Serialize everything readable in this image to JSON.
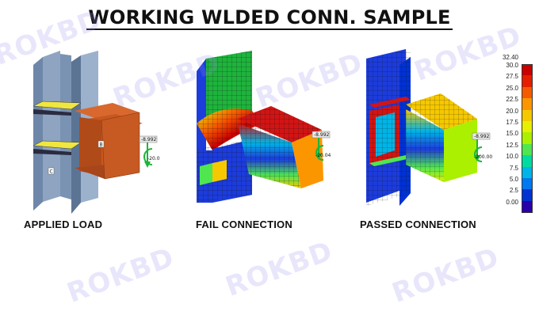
{
  "title": "WORKING WLDED CONN. SAMPLE",
  "figures": {
    "applied": {
      "caption": "APPLIED LOAD",
      "tag_b": "B",
      "tag_c": "C",
      "force_label": "-8.992",
      "moment_label": "-20.0"
    },
    "fail": {
      "caption": "FAIL CONNECTION",
      "force_label": "-8.992",
      "moment_label": "-20.04"
    },
    "passed": {
      "caption": "PASSED CONNECTION",
      "force_label": "-8.992",
      "moment_label": "-200.00"
    }
  },
  "legend": {
    "max_label": "32.40",
    "ticks": [
      "30.0",
      "27.5",
      "25.0",
      "22.5",
      "20.0",
      "17.5",
      "15.0",
      "12.5",
      "10.0",
      "7.5",
      "5.0",
      "2.5",
      "0.00"
    ],
    "colors": [
      "#c80000",
      "#e41e00",
      "#f55a00",
      "#fb9600",
      "#f5c800",
      "#e6f000",
      "#aaf000",
      "#50e650",
      "#00dca0",
      "#00b4e6",
      "#0078f0",
      "#0032d2",
      "#2800aa"
    ]
  },
  "watermark": "ROKBD",
  "colors": {
    "steel_face": "#8ea4c0",
    "steel_dark": "#5c7494",
    "beam_orange": "#c8581e",
    "stiffener_yellow": "#f0e640",
    "mesh_blue": "#1c3cdc",
    "mesh_red": "#d21414",
    "mesh_green": "#1eb43c"
  }
}
